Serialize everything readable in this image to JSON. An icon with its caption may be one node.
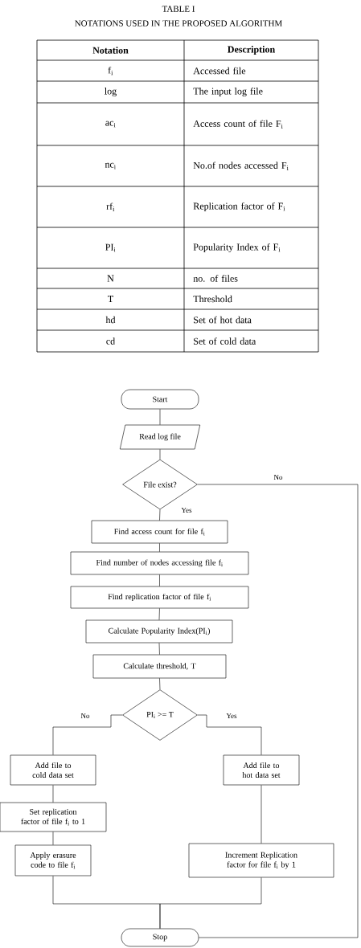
{
  "diagram": {
    "nodes": [
      {
        "text": [
          "Start"
        ]
      },
      {
        "text": [
          "Read log file"
        ]
      },
      {
        "text": [
          "File exist?"
        ]
      },
      {
        "text": [
          "Find access count for file f$_{i}$"
        ]
      },
      {
        "text": [
          "Find number of nodes accessing file f$_{i}$"
        ]
      },
      {
        "text": [
          "Find replication factor of file f$_{i}$"
        ]
      },
      {
        "text": [
          "Calculate Popularity Index(PI$_{i}$)"
        ]
      },
      {
        "text": [
          "Calculate threshold, T"
        ]
      },
      {
        "text": [
          "PI$_{i}$ >= T"
        ]
      },
      {
        "text": [
          "Add file to cold data set"
        ]
      },
      {
        "text": [
          "Set replication factor of file f$_{i}$ to 1"
        ]
      },
      {
        "text": [
          "Apply erasure code to file f$_{i}$"
        ]
      },
      {
        "text": [
          "Add file to hot data set"
        ]
      },
      {
        "text": [
          "Increment Replication factor for file f$_{i}$ by 1"
        ]
      },
      {
        "text": [
          "Stop"
        ]
      }
    ],
    "edges": [
      {
        "from": 0,
        "to": 1,
        "arrow": "none"
      },
      {
        "from": 1,
        "to": 2,
        "arrow": "none"
      },
      {
        "from": 2,
        "to": 3,
        "arrow": "none",
        "label": "Yes"
      },
      {
        "from": 3,
        "to": 4,
        "arrow": "none"
      },
      {
        "from": 4,
        "to": 5,
        "arrow": "none"
      },
      {
        "from": 5,
        "to": 6,
        "arrow": "none"
      },
      {
        "from": 6,
        "to": 7,
        "arrow": "none"
      },
      {
        "from": 7,
        "to": 8,
        "arrow": "none"
      },
      {
        "from": 8,
        "to": 9,
        "arrow": "none",
        "label": "No"
      },
      {
        "from": 8,
        "to": 12,
        "arrow": "none",
        "label": "Yes"
      },
      {
        "from": 9,
        "to": 10,
        "arrow": "none"
      },
      {
        "from": 10,
        "to": 11,
        "arrow": "none"
      },
      {
        "from": 12,
        "to": 13,
        "arrow": "none"
      },
      {
        "from": 11,
        "to": 14,
        "arrow": "none"
      },
      {
        "from": 13,
        "to": 14,
        "arrow": "none"
      },
      {
        "from": 2,
        "to": 14,
        "arrow": "none",
        "label": "No"
      }
    ],
    "labels": [
      "TABLE I",
      "NOTATIONS USED IN THE PROPOSED ALGORITHM",
      "Notation",
      "Description",
      "f$_{i}$",
      "Accessed file",
      "log",
      "The input log file",
      "ac$_{i}$",
      "Access count of file F$_{i}$",
      "nc$_{i}$",
      "No.of nodes accessed F$_{i}$",
      "rf$_{i}$",
      "Replication factor of F$_{i}$",
      "PI$_{i}$",
      "Popularity Index of F$_{i}$",
      "N",
      "no. of files",
      "T",
      "Threshold",
      "hd",
      "Set of hot data",
      "cd",
      "Set of cold data"
    ]
  }
}
